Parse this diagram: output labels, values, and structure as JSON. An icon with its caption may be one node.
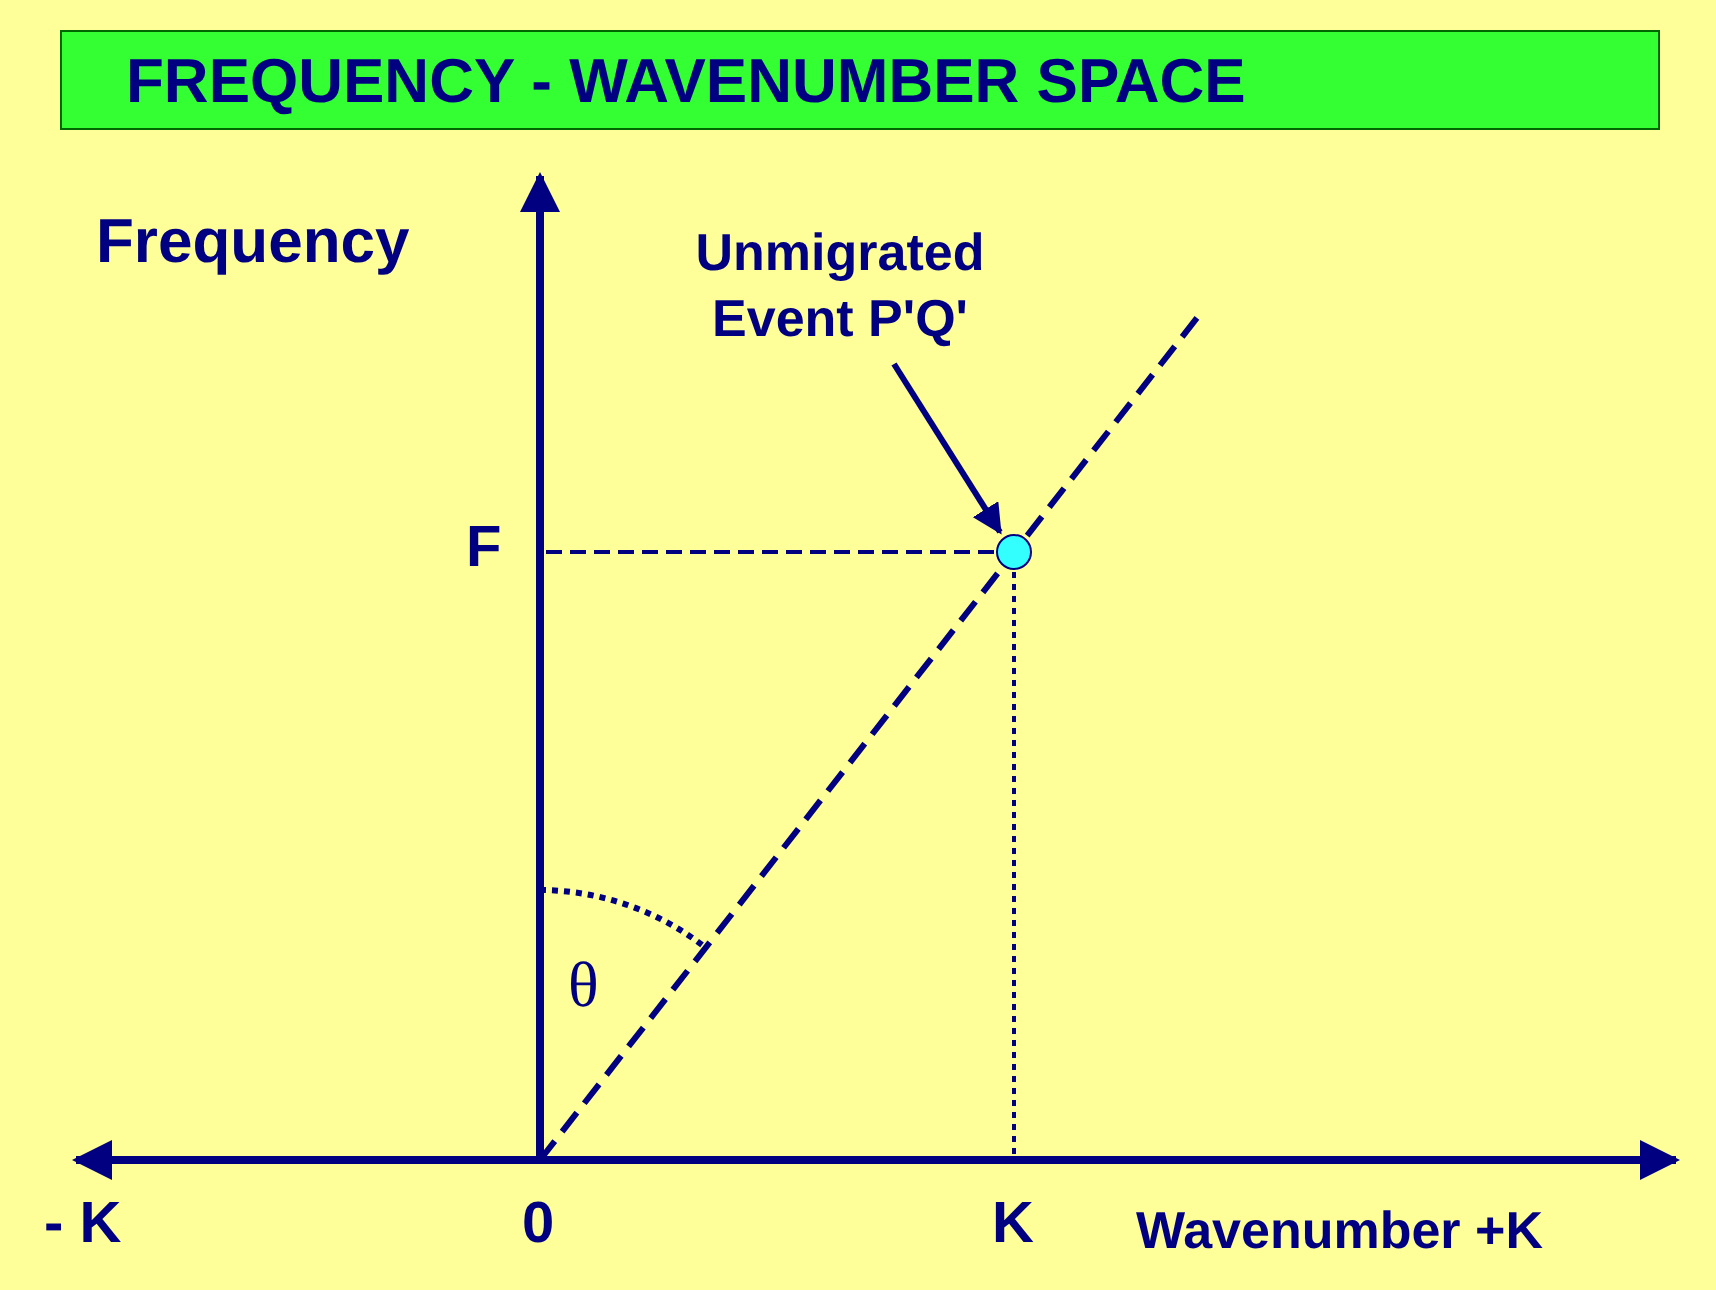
{
  "diagram": {
    "title": "FREQUENCY - WAVENUMBER SPACE",
    "nodes": [
      {
        "text": [
          "Unmigrated Event P'Q'"
        ]
      },
      {
        "text": [],
        "shape": "circle"
      }
    ],
    "edges": [
      {
        "from": 0,
        "to": 1,
        "arrow": "to"
      }
    ],
    "labels": [
      "Frequency",
      "F",
      "θ",
      "- K",
      "0",
      "K",
      "Wavenumber +K"
    ]
  }
}
